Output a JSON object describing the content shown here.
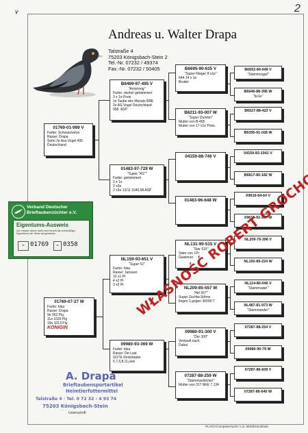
{
  "corner": {
    "left_mark": "v",
    "page_number": "2"
  },
  "header": {
    "title": "Andreas u. Walter Drapa",
    "street": "Talstraße 4",
    "city": "75203 Königsbach-Stein 2",
    "tel": "Tel.-Nr. 07232 / 49374",
    "fax": "Fax.-Nr. 07232 / 50405"
  },
  "subject": {
    "ring": "01769-01-999 V",
    "lines": [
      "Farbe: Schwarzweiss",
      "Rasse: Drapa",
      "Sohn 2e Ass-Vogel 495",
      "Deutschland"
    ]
  },
  "subject2": {
    "ring": "01769-07-27 W",
    "lines": [
      "Farbe: blau",
      "Rasse: Drapa",
      "9e    952  Pig",
      "11e  1026  Pig",
      "19e  1013  Pig"
    ],
    "sign": "KÖNIGIN"
  },
  "parents": [
    {
      "ring": "B6469-97-495 V",
      "name": "\"Amstrong\"",
      "lines": [
        "Farbe: dunkel gehämmert",
        "3 x 1e Preis",
        "1e Taube des Monats BRE",
        "2e AS-Vogel Deutschland",
        "958. ASP"
      ]
    },
    {
      "ring": "01483-97-729 W",
      "name": "\"Super \"AS\"\"",
      "lines": [
        "Farbe: gehämmert",
        "2 x 1e",
        "2 x3e",
        "2 x3e 13/11 1040,98 ASP"
      ]
    },
    {
      "ring": "NL159-93-651 V",
      "name": "\"Super 51\"",
      "lines": [
        "Farbe: blau",
        "Rasse: Janssen",
        "10 x1 Pr",
        "4 x2 Pr",
        "3 x3 Pr"
      ]
    },
    {
      "ring": "09980-93-369 W",
      "name": "",
      "lines": [
        "Farbe: blau",
        "Rasse: De-Last",
        "GUTE Reisetaube",
        "6,7,6,8,11,usw"
      ]
    }
  ],
  "grandparents": [
    {
      "ring": "B6695-90-635 V",
      "name": "\"Super Flieger 8 x1e\"",
      "lines": [
        "644  14 x 1e",
        "Bruder"
      ]
    },
    {
      "ring": "B6211-93-007 W",
      "name": "\"Super Dumkin\"",
      "lines": [
        "Mutter von B-495",
        "Mutter von 17 x1e Preis."
      ]
    },
    {
      "ring": "04159-88-746 V",
      "name": "",
      "lines": []
    },
    {
      "ring": "01483-96-648 W",
      "name": "",
      "lines": []
    },
    {
      "ring": "NL131-90-515 V",
      "name": "\"Star 515\"",
      "lines": [
        "Vater von 1Pr",
        "Gewinner"
      ]
    },
    {
      "ring": "NL209-85-557 W",
      "name": "\"Hel 557\"",
      "lines": [
        "Super Zuchtw.Söhne",
        "flogen 1.gegen 30000 T"
      ]
    },
    {
      "ring": "09980-91-300 V",
      "name": "\"Der 300\"",
      "lines": [
        "Verkauft nach",
        "Dubai"
      ]
    },
    {
      "ring": "07287-88-259 W",
      "name": "\"Stammweibchen\"",
      "lines": [
        "Mutter von 317 NKE 7.134"
      ]
    }
  ],
  "great": [
    {
      "ring": "B6652-84-649 V",
      "name": "\"Stammvogel\""
    },
    {
      "ring": "B6646-88-395 W",
      "name": "\"6x1e\""
    },
    {
      "ring": "B6527-88-423 V",
      "name": ""
    },
    {
      "ring": "B6395-91-028 W",
      "name": ""
    },
    {
      "ring": "04159-83-1041 V",
      "name": ""
    },
    {
      "ring": "B6817-80-182 W",
      "name": ""
    },
    {
      "ring": "X9616-94-64 V",
      "name": ""
    },
    {
      "ring": "X9616-92-367 W",
      "name": ""
    },
    {
      "ring": "NL209-79-396 V",
      "name": ""
    },
    {
      "ring": "NL192-89-224 W",
      "name": ""
    },
    {
      "ring": "NL114-80-046 V",
      "name": "\"Stammvater\""
    },
    {
      "ring": "NL487-81-973 W",
      "name": "\"Stammoeder\""
    },
    {
      "ring": "07287-88-254 V",
      "name": ""
    },
    {
      "ring": "09980-90-79 W",
      "name": ""
    },
    {
      "ring": "07287-86-609 V",
      "name": ""
    },
    {
      "ring": "07287-86-640 W",
      "name": ""
    }
  ],
  "card": {
    "org1": "Verband Deutscher",
    "org2": "Brieftaubenzüchter e.V.",
    "title": "Eigentums-Ausweis",
    "fine": "Der Inhaber dieser Karte wird hiermit als rechtmäßiger Eigentümer der Taube ausgewiesen",
    "code1": "01769",
    "code2": "0358"
  },
  "stamp": {
    "name": "A. Drapa",
    "l1": "Brieftaubensportartikel",
    "l2": "Heimtierfuttermittel",
    "l3": "Talstraße 4 · Tel. 0 72 32 - 4 93 74",
    "l4": "75203 Königsbach-Stein",
    "l5": "Unterschrift"
  },
  "watermark": "WŁASNOŚĆ ROBERT GROCHOWSKI",
  "footer": "PLATO-Computerzucht / Liz. 0629010collode"
}
